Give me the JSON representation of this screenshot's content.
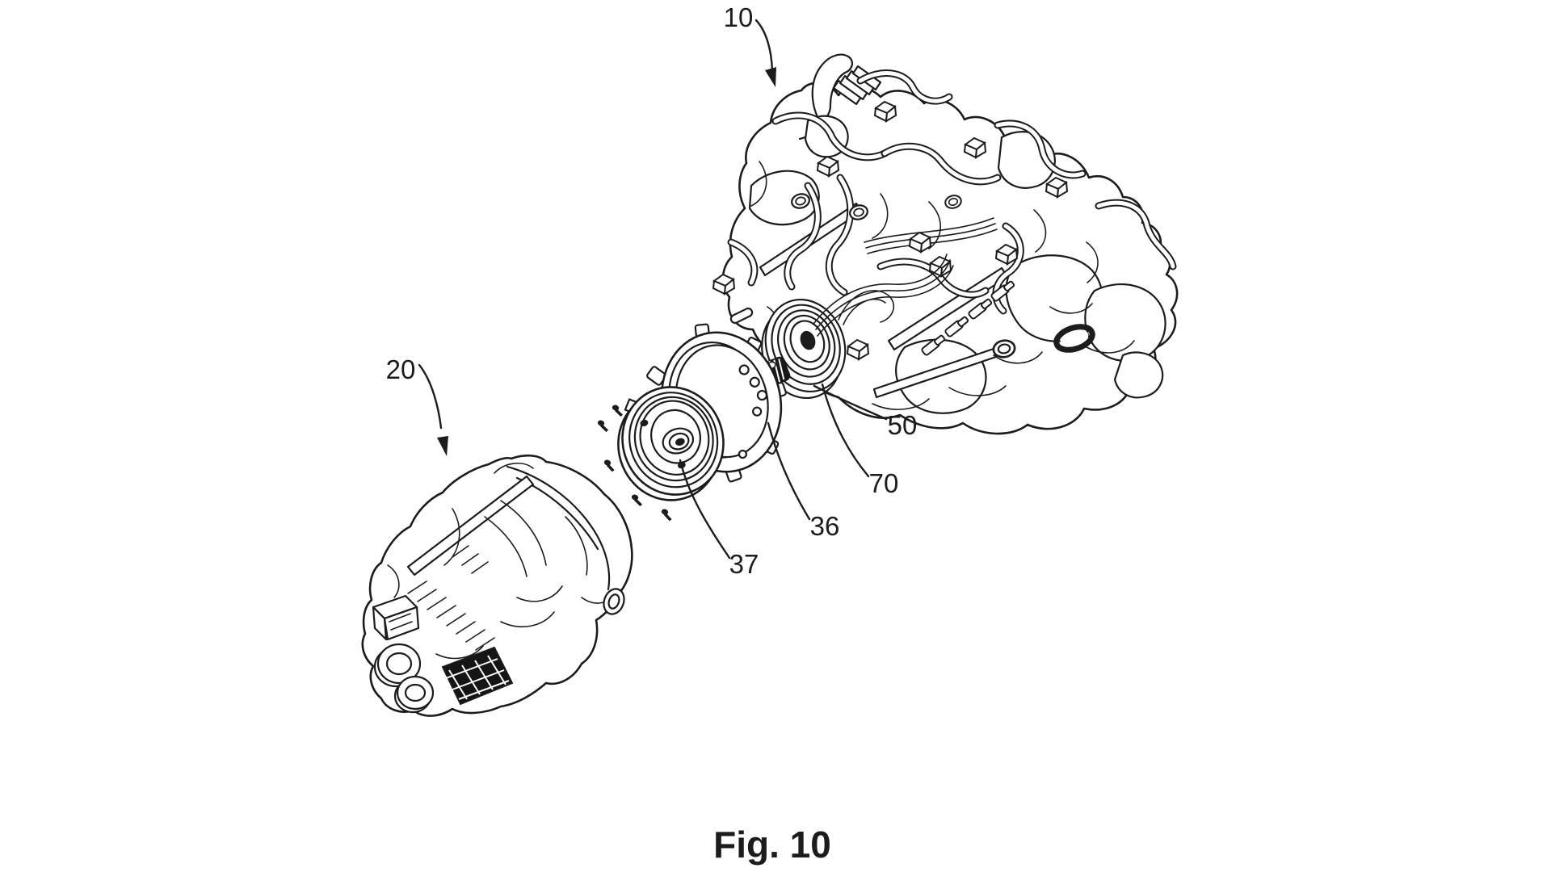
{
  "figure": {
    "caption": "Fig. 10",
    "labels": {
      "engine": "10",
      "transmission": "20",
      "damper": "50",
      "clutch": "70",
      "adapter_plate": "36",
      "flywheel": "37"
    }
  },
  "colors": {
    "background": "#ffffff",
    "line": "#1c1c1c"
  }
}
